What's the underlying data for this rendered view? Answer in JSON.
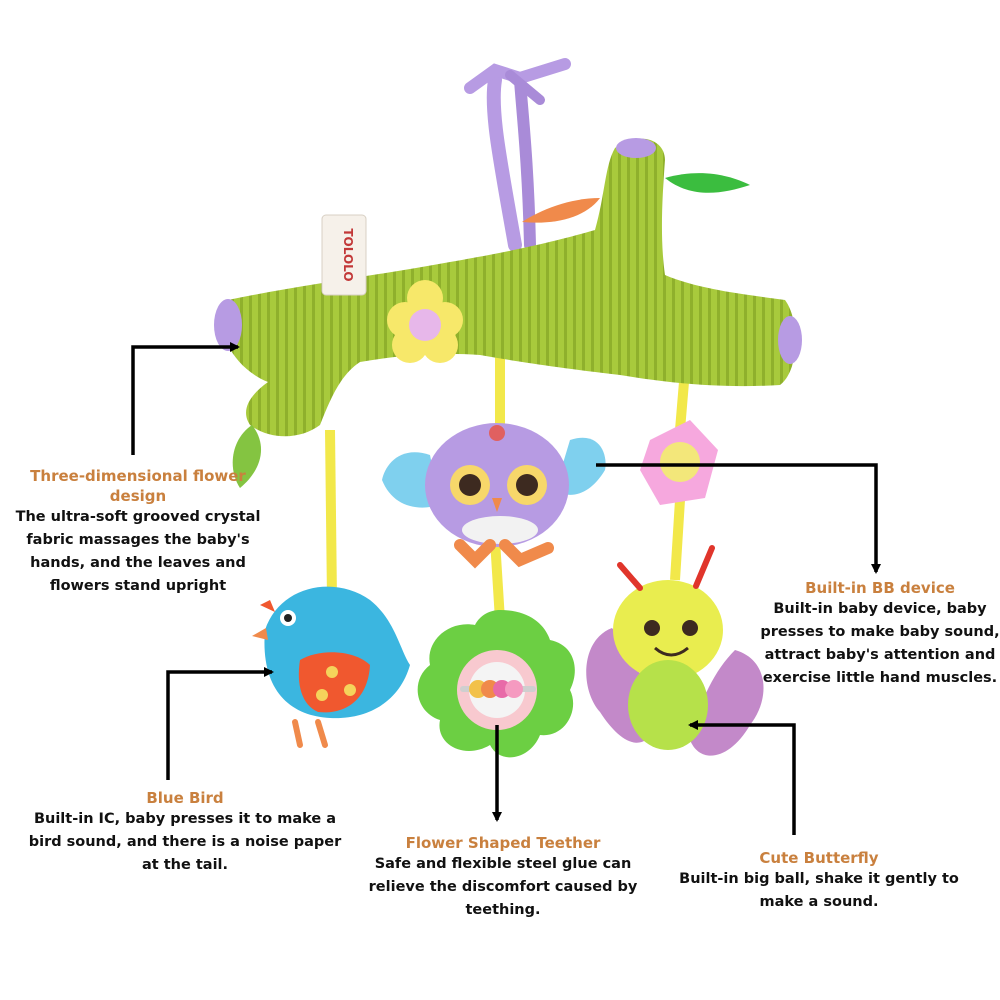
{
  "product": {
    "tag_text": "TOLOLO"
  },
  "callouts": {
    "flower": {
      "title": "Three-dimensional flower design",
      "lines": [
        "The ultra-soft grooved crystal",
        "fabric massages the baby's",
        "hands, and the leaves and",
        "flowers stand upright"
      ]
    },
    "bb_device": {
      "title": "Built-in BB device",
      "lines": [
        "Built-in baby device, baby",
        "presses to make baby sound,",
        "attract baby's attention and",
        "exercise little hand muscles."
      ]
    },
    "blue_bird": {
      "title": "Blue Bird",
      "lines": [
        "Built-in IC, baby presses it to make a",
        "bird sound, and there is a noise paper",
        "at the tail."
      ]
    },
    "teether": {
      "title": "Flower Shaped Teether",
      "lines": [
        "Safe and flexible steel glue can",
        "relieve the discomfort caused by",
        "teething."
      ]
    },
    "butterfly": {
      "title": "Cute Butterfly",
      "lines": [
        "Built-in big ball, shake it gently to",
        "make a sound."
      ]
    }
  },
  "colors": {
    "title_accent": "#c9803e",
    "text": "#111111",
    "branch_green": "#a6c83a",
    "hanger_purple": "#b79be3",
    "strap_yellow": "#f2e84a"
  }
}
